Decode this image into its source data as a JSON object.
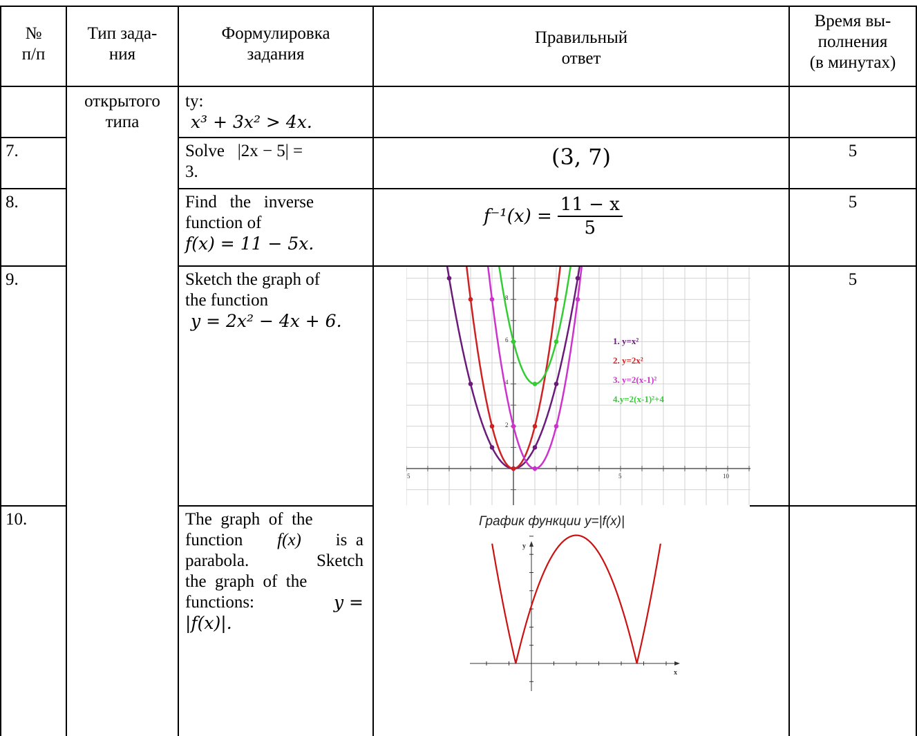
{
  "header": {
    "num_line1": "№",
    "num_line2": "п/п",
    "type_line1": "Тип зада-",
    "type_line2": "ния",
    "form_line1": "Формулировка",
    "form_line2": "задания",
    "answer_line1": "Правильный",
    "answer_line2": "ответ",
    "time_line1": "Время вы-",
    "time_line2": "полнения",
    "time_line3": "(в минутах)"
  },
  "task_type": {
    "line1": "открытого",
    "line2": "типа"
  },
  "rows": [
    {
      "task_line1": "ty:",
      "task_math": "x³ + 3x² > 4x."
    },
    {
      "num": "7.",
      "task_line1": "Solve   |2x − 5| =",
      "task_line2": "3.",
      "answer": "(3, 7)",
      "time": "5"
    },
    {
      "num": "8.",
      "task_line1": "Find   the   inverse",
      "task_line2": "function of",
      "task_math": "f(x) = 11 − 5x.",
      "answer_lhs": "f⁻¹(x) =",
      "answer_num": "11 − x",
      "answer_den": "5",
      "time": "5"
    },
    {
      "num": "9.",
      "task_line1": "Sketch the graph of",
      "task_line2": "the function",
      "task_math": "y = 2x² − 4x + 6.",
      "time": "5"
    },
    {
      "num": "10.",
      "task_line1": "The  graph  of  the",
      "task_line2a": "function",
      "task_line2b": "f(x)",
      "task_line2c": "is  a",
      "task_line3a": "parabola.",
      "task_line3b": "Sketch",
      "task_line4": "the  graph  of  the",
      "task_line5a": "functions:",
      "task_line5b": "y =",
      "task_line6": "|f(x)|."
    }
  ],
  "graph1": {
    "x_ticks": [
      "5",
      "5",
      "10"
    ],
    "y_ticks": [
      "8",
      "6",
      "4",
      "2"
    ],
    "legend": [
      {
        "label": "1. y=x²",
        "color": "#6a1b7a"
      },
      {
        "label": "2. y=2x²",
        "color": "#cc2222"
      },
      {
        "label": "3. y=2(x-1)²",
        "color": "#cc33cc"
      },
      {
        "label": "4.y=2(x-1)²+4",
        "color": "#33cc33"
      }
    ]
  },
  "graph2": {
    "title": "График функции y=|f(x)|",
    "x_axis": "x",
    "y_axis": "y",
    "curve_color": "#cc1111"
  }
}
